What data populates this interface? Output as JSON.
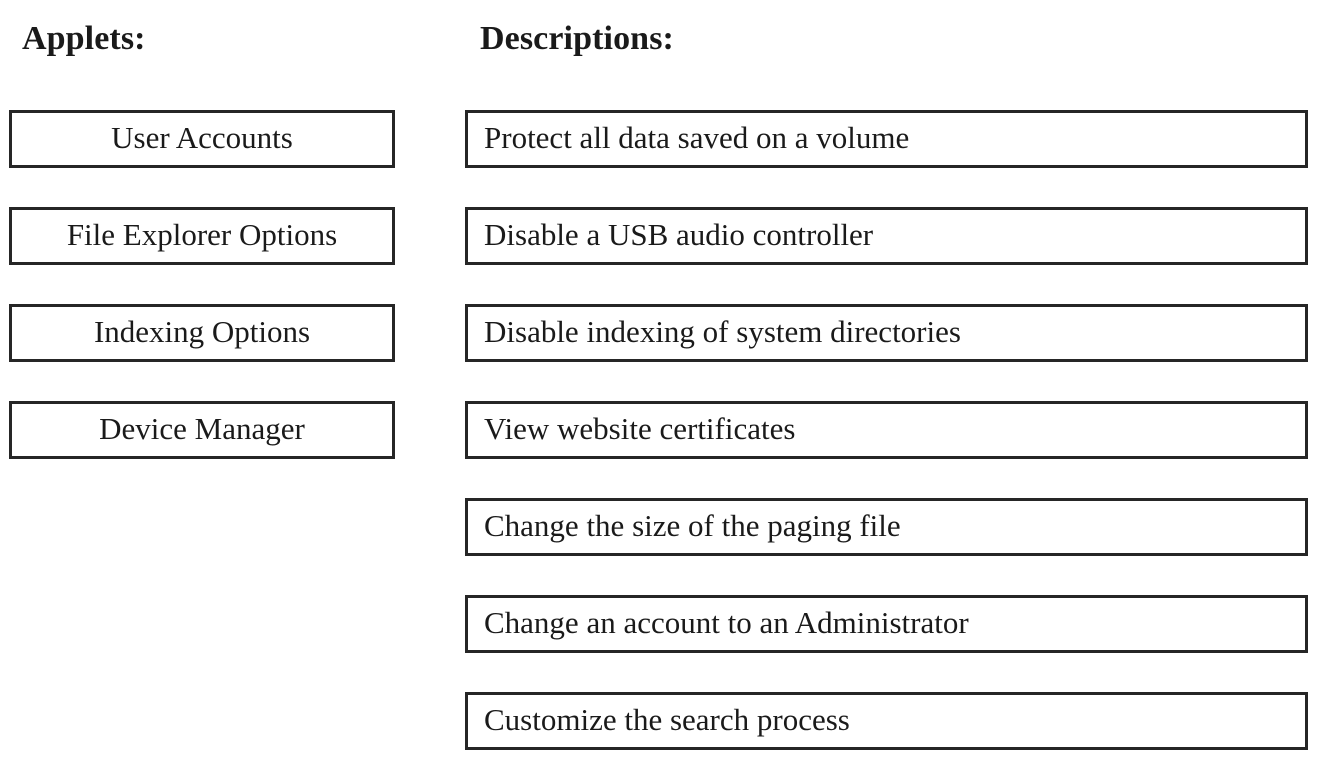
{
  "page": {
    "type": "matching-exercise",
    "background_color": "#ffffff",
    "text_color": "#1a1a1a",
    "border_color": "#262626"
  },
  "applets": {
    "heading": "Applets:",
    "items": [
      {
        "label": "User Accounts"
      },
      {
        "label": "File Explorer Options"
      },
      {
        "label": "Indexing Options"
      },
      {
        "label": "Device Manager"
      }
    ]
  },
  "descriptions": {
    "heading": "Descriptions:",
    "items": [
      {
        "label": "Protect all data saved on a volume"
      },
      {
        "label": "Disable a USB audio controller"
      },
      {
        "label": "Disable indexing of system directories"
      },
      {
        "label": "View website certificates"
      },
      {
        "label": "Change the size of the paging file"
      },
      {
        "label": "Change an account to an Administrator"
      },
      {
        "label": "Customize the search process"
      }
    ]
  }
}
